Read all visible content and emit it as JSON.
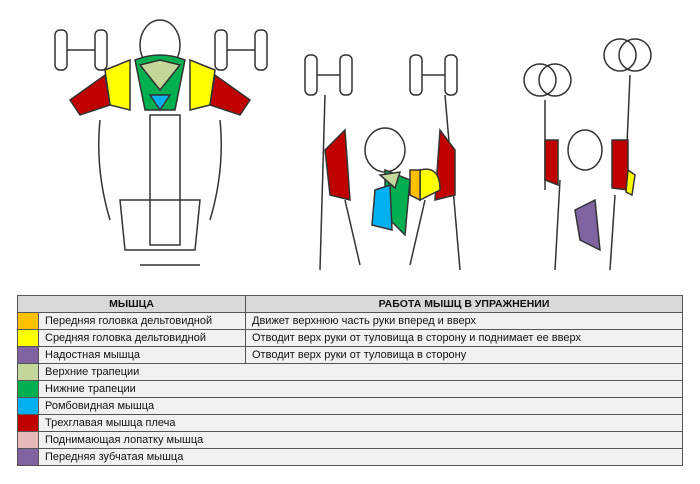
{
  "table": {
    "headers": [
      "МЫШЦА",
      "РАБОТА МЫШЦ В УПРАЖНЕНИИ"
    ],
    "rows": [
      {
        "color": "#ffc000",
        "muscle": "Передняя головка дельтовидной",
        "work": "Движет верхнюю часть руки вперед и вверх"
      },
      {
        "color": "#ffff00",
        "muscle": "Средняя головка дельтовидной",
        "work": "Отводит верх руки от туловища в сторону и поднимает ее вверх"
      },
      {
        "color": "#8064a2",
        "muscle": "Надостная мышца",
        "work": "Отводит верх руки от туловища в сторону"
      },
      {
        "color": "#c4d79b",
        "muscle": "Верхние трапеции"
      },
      {
        "color": "#00b050",
        "muscle": "Нижние трапеции"
      },
      {
        "color": "#00b0f0",
        "muscle": "Ромбовидная мышца"
      },
      {
        "color": "#c00000",
        "muscle": "Трехглавая мышца плеча"
      },
      {
        "color": "#e6b8b7",
        "muscle": "Поднимающая  лопатку мышца"
      },
      {
        "color": "#8064a2",
        "muscle": "Передняя зубчатая мышца"
      }
    ]
  }
}
